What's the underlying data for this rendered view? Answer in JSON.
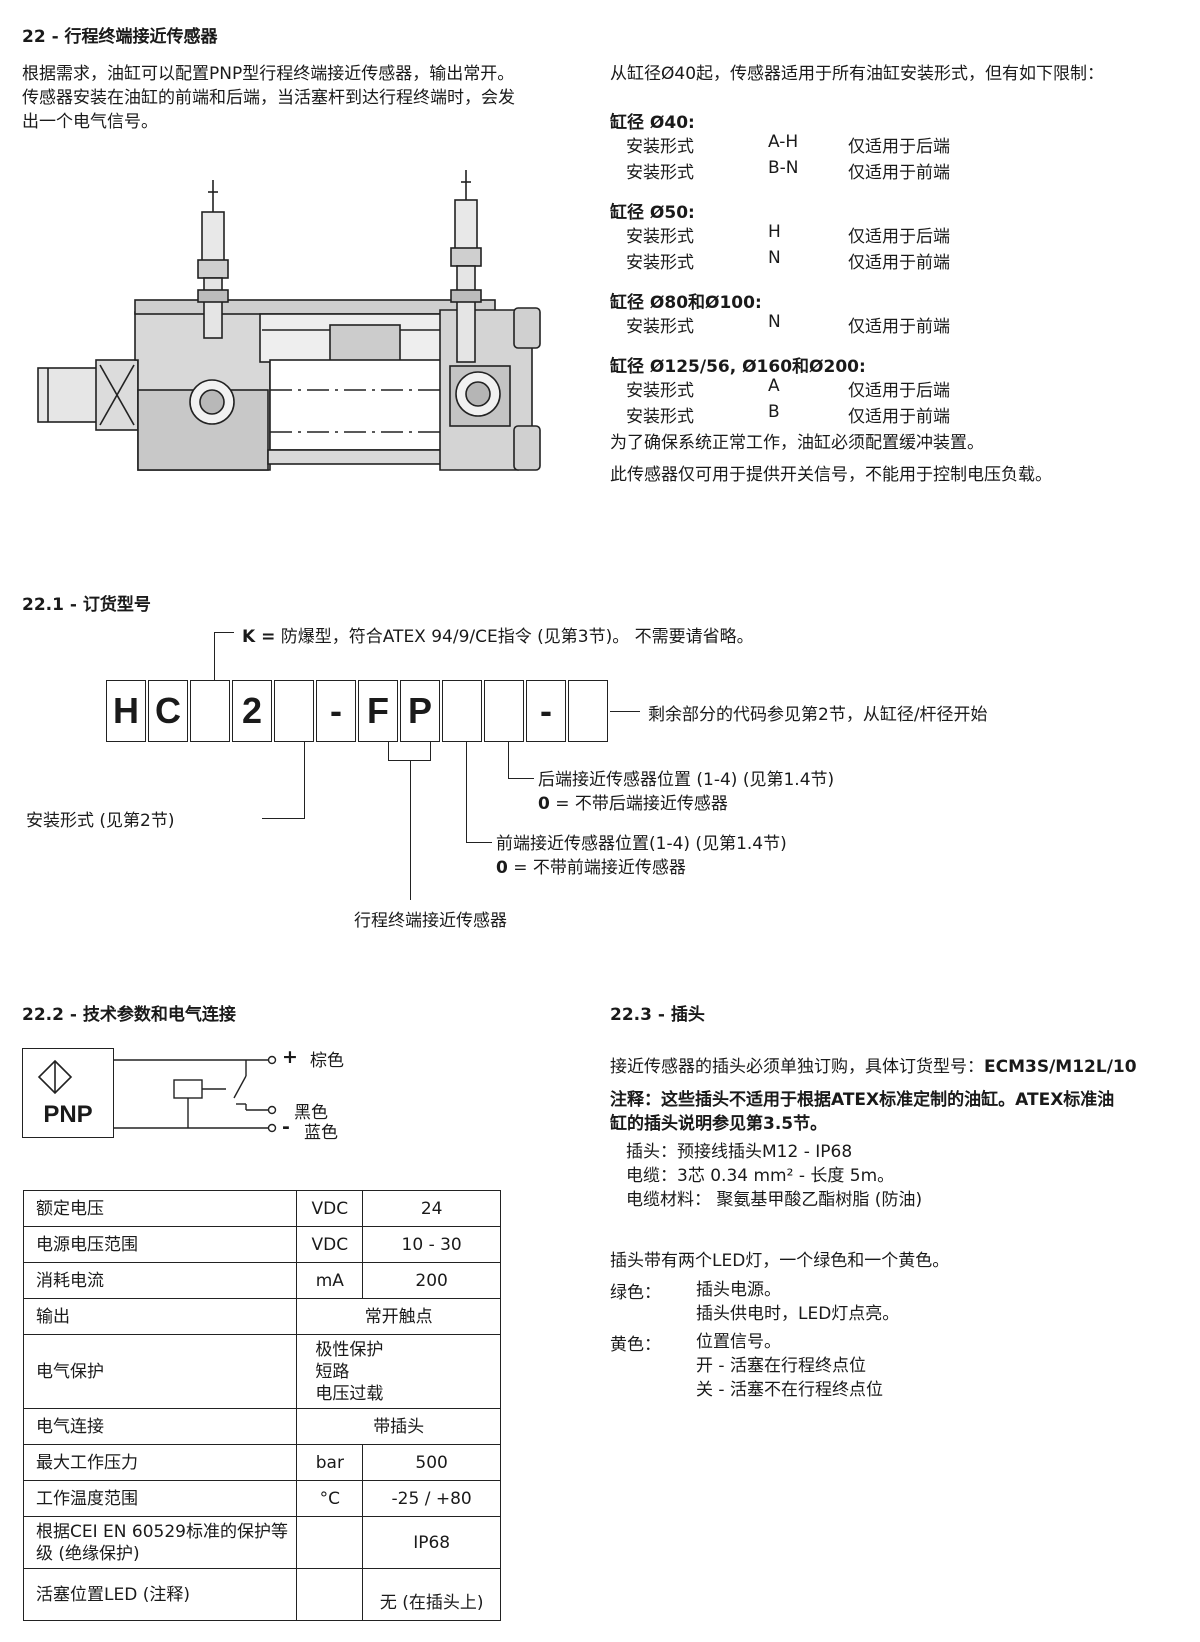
{
  "section22": {
    "title": "22 - 行程终端接近传感器",
    "intro_lines": [
      "根据需求，油缸可以配置PNP型行程终端接近传感器，输出常开。",
      "传感器安装在油缸的前端和后端，当活塞杆到达行程终端时，会发",
      "出一个电气信号。"
    ],
    "limits_intro": "从缸径Ø40起，传感器适用于所有油缸安装形式，但有如下限制：",
    "groups": [
      {
        "title": "缸径 Ø40:",
        "rows": [
          {
            "label": "安装形式",
            "code": "A-H",
            "note": "仅适用于后端"
          },
          {
            "label": "安装形式",
            "code": "B-N",
            "note": "仅适用于前端"
          }
        ]
      },
      {
        "title": "缸径 Ø50:",
        "rows": [
          {
            "label": "安装形式",
            "code": "H",
            "note": "仅适用于后端"
          },
          {
            "label": "安装形式",
            "code": "N",
            "note": "仅适用于前端"
          }
        ]
      },
      {
        "title": "缸径 Ø80和Ø100:",
        "rows": [
          {
            "label": "安装形式",
            "code": "N",
            "note": "仅适用于前端"
          }
        ]
      },
      {
        "title": "缸径 Ø125/56, Ø160和Ø200:",
        "rows": [
          {
            "label": "安装形式",
            "code": "A",
            "note": "仅适用于后端"
          },
          {
            "label": "安装形式",
            "code": "B",
            "note": "仅适用于前端"
          }
        ]
      }
    ],
    "note1": "为了确保系统正常工作，油缸必须配置缓冲装置。",
    "note2": "此传感器仅可用于提供开关信号，不能用于控制电压负载。"
  },
  "section22_1": {
    "title": "22.1 - 订货型号",
    "k_bold": "K =",
    "k_text": " 防爆型，符合ATEX 94/9/CE指令 (见第3节)。 不需要请省略。",
    "code_cells": [
      "H",
      "C",
      "",
      "2",
      "",
      "-",
      "F",
      "P",
      "",
      "",
      "-",
      ""
    ],
    "remain": "剩余部分的代码参见第2节，从缸径/杆径开始",
    "rear_line1": "后端接近传感器位置 (1-4) (见第1.4节)",
    "rear_line2_bold": "0",
    "rear_line2": " = 不带后端接近传感器",
    "mount": "安装形式 (见第2节)",
    "front_line1": "前端接近传感器位置(1-4) (见第1.4节)",
    "front_line2_bold": "0",
    "front_line2": " = 不带前端接近传感器",
    "sensor": "行程终端接近传感器"
  },
  "section22_2": {
    "title": "22.2 - 技术参数和电气连接",
    "pnp": "PNP",
    "plus": "+",
    "minus": "-",
    "wire_brown": "棕色",
    "wire_black": "黑色",
    "wire_blue": "蓝色",
    "table": [
      {
        "name": "额定电压",
        "unit": "VDC",
        "value": "24"
      },
      {
        "name": "电源电压范围",
        "unit": "VDC",
        "value": "10 - 30"
      },
      {
        "name": "消耗电流",
        "unit": "mA",
        "value": "200"
      },
      {
        "name": "输出",
        "unit": "",
        "value": "常开触点"
      },
      {
        "name": "电气保护",
        "unit": "",
        "value": "",
        "lines": [
          "极性保护",
          "短路",
          "电压过载"
        ]
      },
      {
        "name": "电气连接",
        "unit": "",
        "value": "带插头"
      },
      {
        "name": "最大工作压力",
        "unit": "bar",
        "value": "500"
      },
      {
        "name": "工作温度范围",
        "unit": "°C",
        "value": "-25 / +80"
      },
      {
        "name": "根据CEI EN 60529标准的保护等",
        "name2": "级 (绝缘保护)",
        "unit": "",
        "value": "IP68"
      },
      {
        "name": "活塞位置LED (注释)",
        "unit": "",
        "value": "无 (在插头上)"
      }
    ]
  },
  "section22_3": {
    "title": "22.3 - 插头",
    "order_text": "接近传感器的插头必须单独订购，具体订货型号：",
    "order_code": "ECM3S/M12L/10",
    "note_line1": "注释：这些插头不适用于根据ATEX标准定制的油缸。ATEX标准油",
    "note_line2": "缸的插头说明参见第3.5节。",
    "specs": [
      "插头：预接线插头M12 - IP68",
      "电缆：3芯 0.34 mm² - 长度 5m。",
      "电缆材料： 聚氨基甲酸乙酯树脂 (防油)"
    ],
    "led_intro": "插头带有两个LED灯，一个绿色和一个黄色。",
    "green_label": "绿色：",
    "green_lines": [
      "插头电源。",
      "插头供电时，LED灯点亮。"
    ],
    "yellow_label": "黄色：",
    "yellow_lines": [
      "位置信号。",
      "开 - 活塞在行程终点位",
      "关 - 活塞不在行程终点位"
    ]
  }
}
